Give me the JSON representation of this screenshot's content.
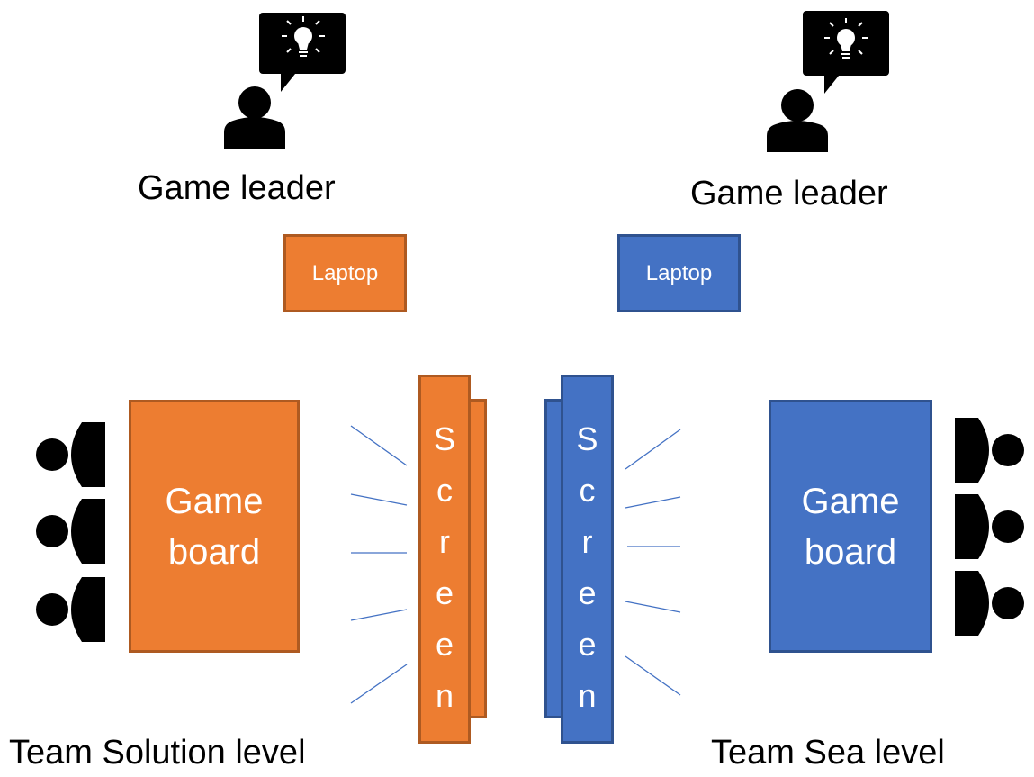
{
  "left_team": {
    "leader_label": "Game leader",
    "laptop_label": "Laptop",
    "board_label_line1": "Game",
    "board_label_line2": "board",
    "screen_letters": [
      "S",
      "c",
      "r",
      "e",
      "e",
      "n"
    ],
    "team_label": "Team Solution level",
    "color": "#ED7D31",
    "border_color": "#AE5A21"
  },
  "right_team": {
    "leader_label": "Game leader",
    "laptop_label": "Laptop",
    "board_label_line1": "Game",
    "board_label_line2": "board",
    "screen_letters": [
      "S",
      "c",
      "r",
      "e",
      "e",
      "n"
    ],
    "team_label": "Team Sea level",
    "color": "#4472C4",
    "border_color": "#2F528F"
  },
  "icons": {
    "leader": "person-with-idea-speech-bubble-icon",
    "player": "seated-person-icon",
    "ray_color": "#4472C4"
  }
}
